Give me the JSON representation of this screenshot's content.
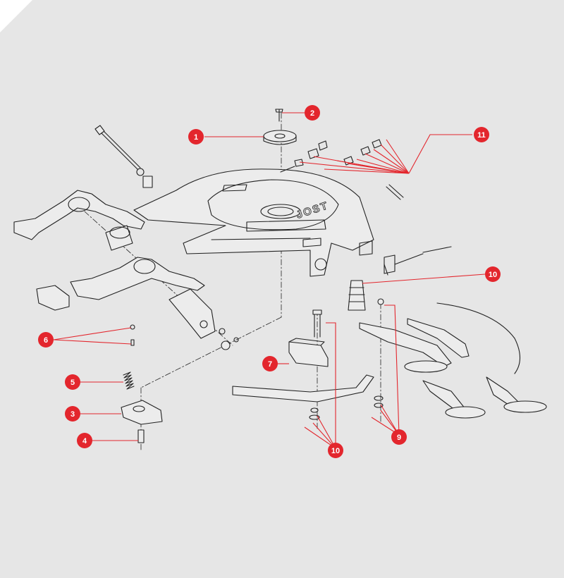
{
  "brand": {
    "mark": "JOST"
  },
  "colors": {
    "background": "#e6e6e6",
    "corner": "#ffffff",
    "callout": "#e3262d",
    "callout_text": "#ffffff",
    "linework": "#222222"
  },
  "callouts": [
    "1",
    "2",
    "3",
    "4",
    "5",
    "6",
    "7",
    "9",
    "10",
    "10",
    "11"
  ]
}
